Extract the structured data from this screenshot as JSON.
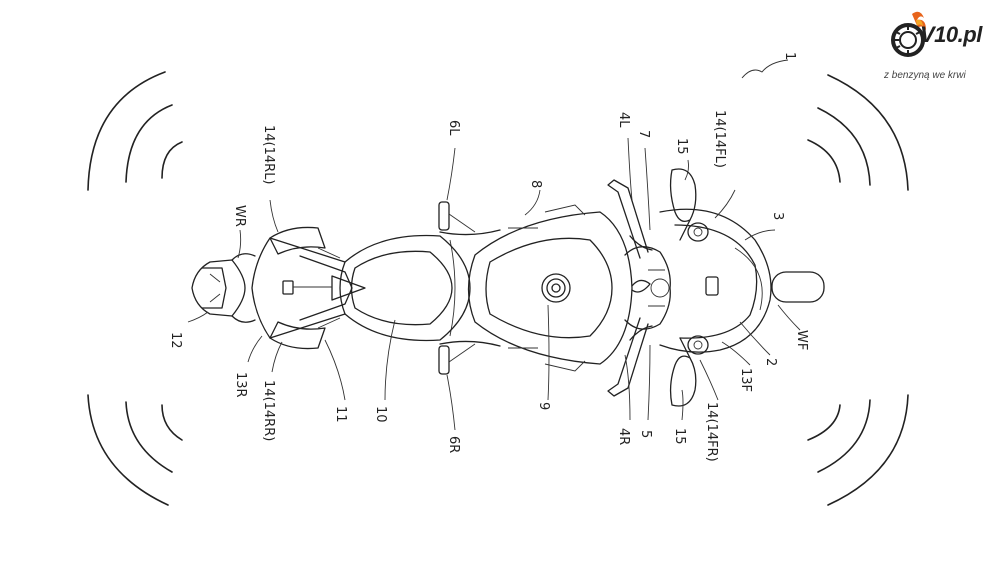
{
  "logo": {
    "name": "V10.pl",
    "tagline": "z benzyną we krwi",
    "accent": "#e8641b",
    "icon": "tire-flame-icon"
  },
  "labels": {
    "ref1": "1",
    "fl": "14(14FL)",
    "l15a": "15",
    "l7": "7",
    "l4L": "4L",
    "l8": "8",
    "l6L": "6L",
    "rl": "14(14RL)",
    "WR": "WR",
    "l12": "12",
    "l13R": "13R",
    "rr": "14(14RR)",
    "l11": "11",
    "l10": "10",
    "l9": "9",
    "l6R": "6R",
    "l4R": "4R",
    "l5": "5",
    "l15b": "15",
    "fr": "14(14FR)",
    "l13F": "13F",
    "l2": "2",
    "WF": "WF",
    "l3": "3"
  }
}
